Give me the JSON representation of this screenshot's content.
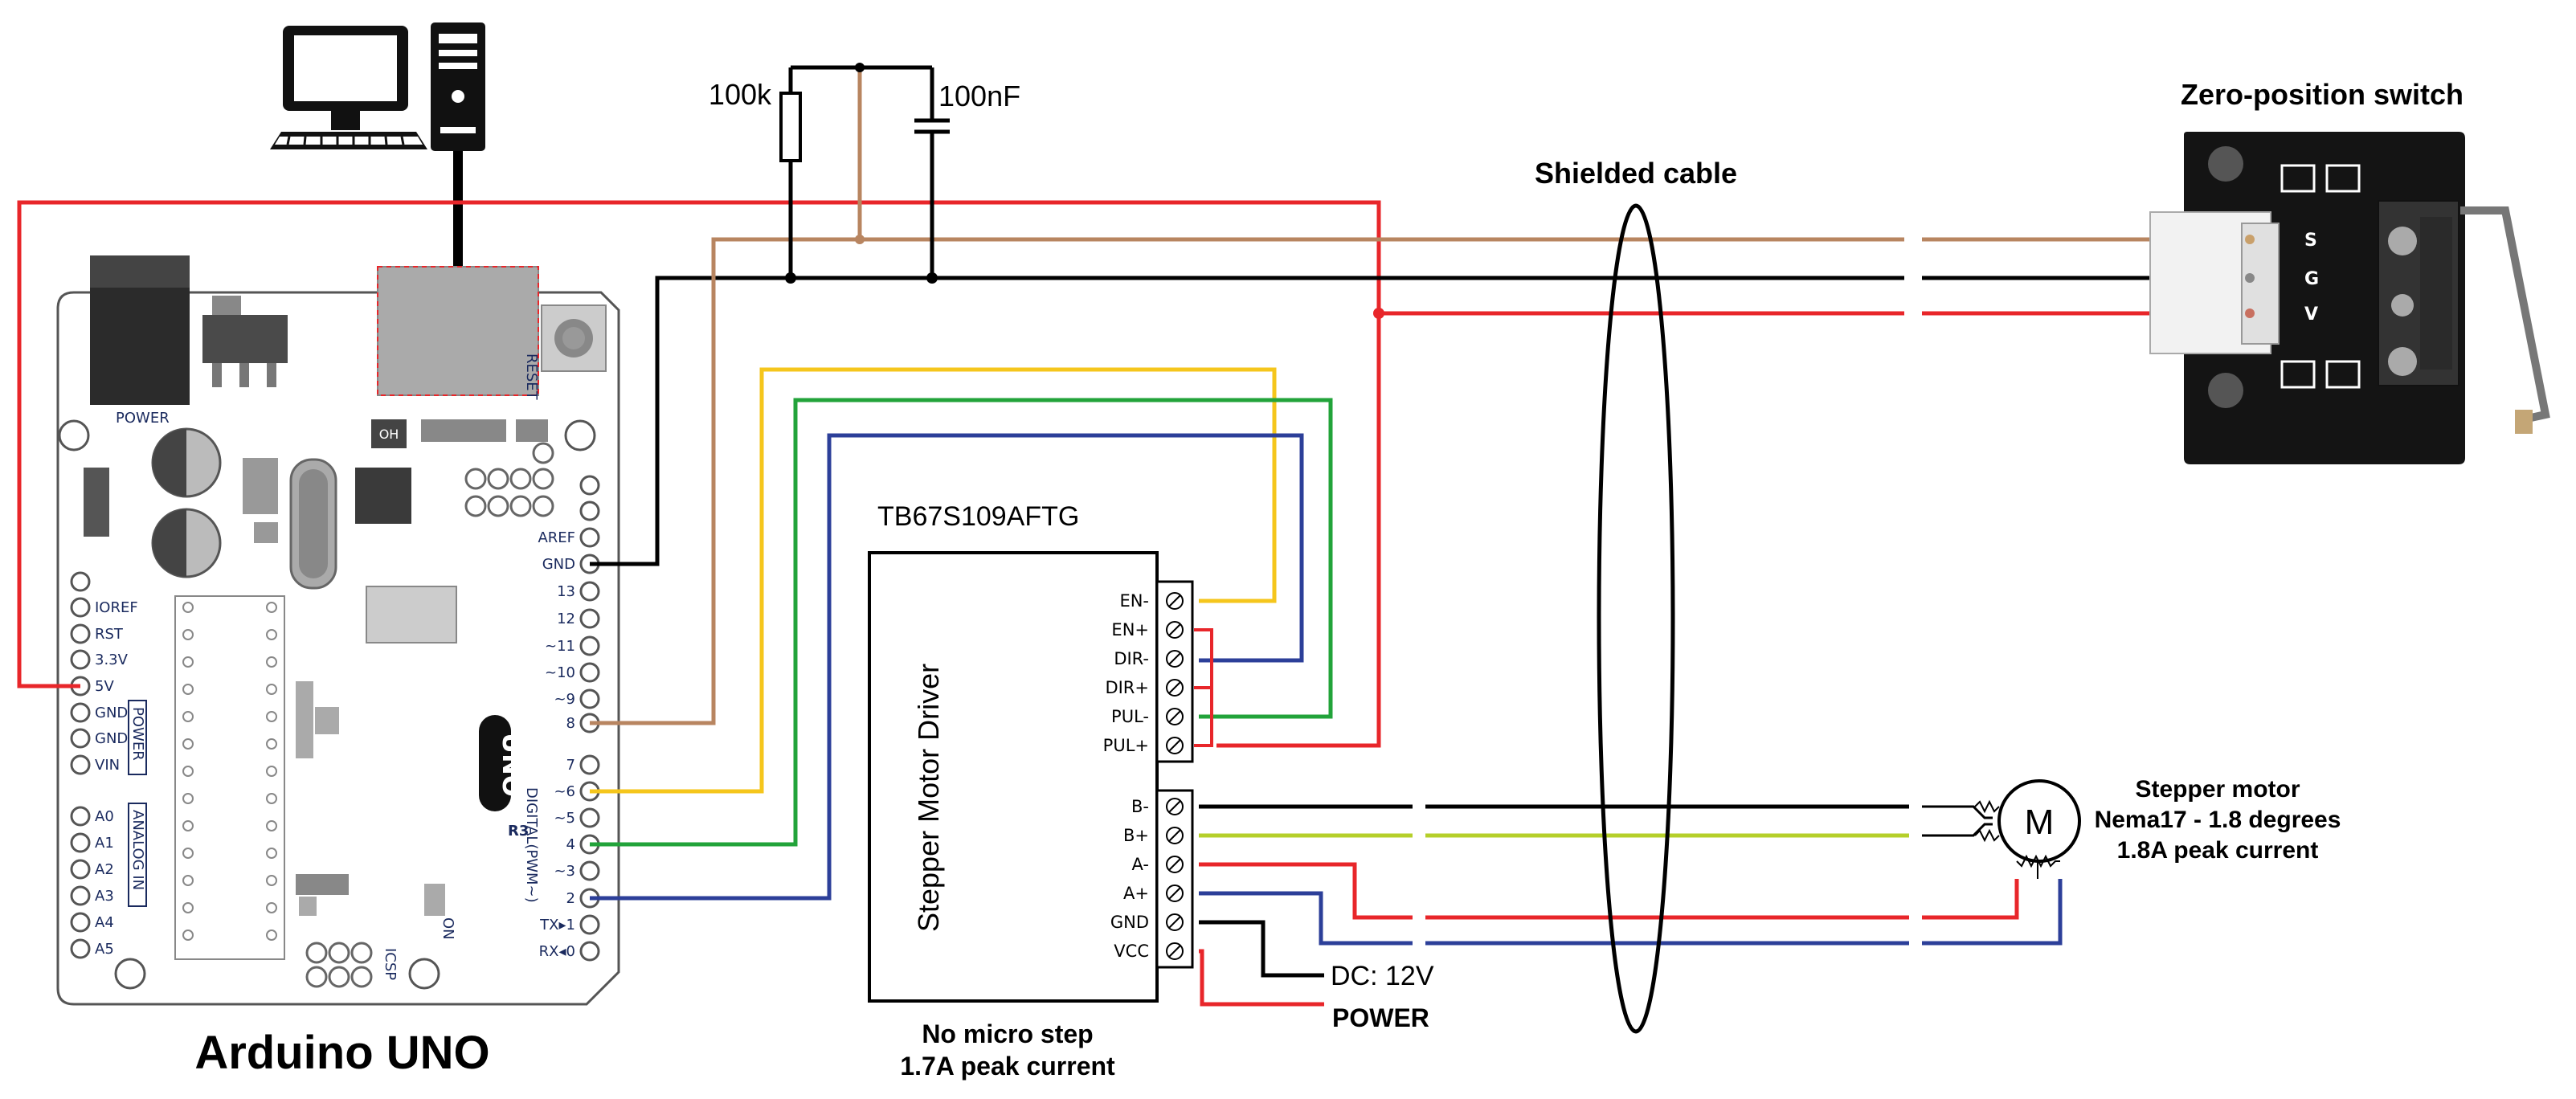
{
  "labels": {
    "board_name": "Arduino UNO",
    "driver_chip": "TB67S109AFTG",
    "driver_title": "Stepper Motor Driver",
    "driver_note_line1": "No micro step",
    "driver_note_line2": "1.7A peak current",
    "resistor": "100k",
    "capacitor": "100nF",
    "cable": "Shielded cable",
    "switch_title": "Zero-position switch",
    "motor_line1": "Stepper motor",
    "motor_line2": "Nema17 - 1.8 degrees",
    "motor_line3": "1.8A peak current",
    "motor_symbol": "M",
    "power_line1": "DC: 12V",
    "power_line2": "POWER"
  },
  "driver_control_terminals": [
    "EN-",
    "EN+",
    "DIR-",
    "DIR+",
    "PUL-",
    "PUL+"
  ],
  "driver_power_terminals": [
    "B-",
    "B+",
    "A-",
    "A+",
    "GND",
    "VCC"
  ],
  "switch_pins": [
    "S",
    "G",
    "V"
  ],
  "board_text": {
    "power_jack_label": "POWER",
    "reset": "RESET",
    "on": "ON",
    "uno": "UNO",
    "r3": "R3",
    "icsp": "ICSP",
    "digital": "DIGITAL(PWM~)",
    "power_header": "POWER",
    "analog": "ANALOG IN",
    "left_pins": [
      "IOREF",
      "RST",
      "3.3V",
      "5V",
      "GND",
      "GND",
      "VIN"
    ],
    "analog_pins": [
      "A0",
      "A1",
      "A2",
      "A3",
      "A4",
      "A5"
    ],
    "right_pins_top": [
      "AREF",
      "GND",
      "13",
      "12",
      "~11",
      "~10",
      "~9",
      "8"
    ],
    "right_pins_bottom": [
      "7",
      "~6",
      "~5",
      "4",
      "~3",
      "2",
      "TX▸1",
      "RX◂0"
    ]
  },
  "wire_colors": {
    "vcc_5v": "#e8262a",
    "signal": "#b88560",
    "ground": "#000000",
    "en": "#f5c61c",
    "dir": "#2c3f99",
    "pul": "#22a33a",
    "coil_b_plus": "#b5cf2a"
  },
  "icons": [
    "computer-monitor-icon",
    "keyboard-icon",
    "pc-tower-icon",
    "motor-symbol-icon"
  ]
}
